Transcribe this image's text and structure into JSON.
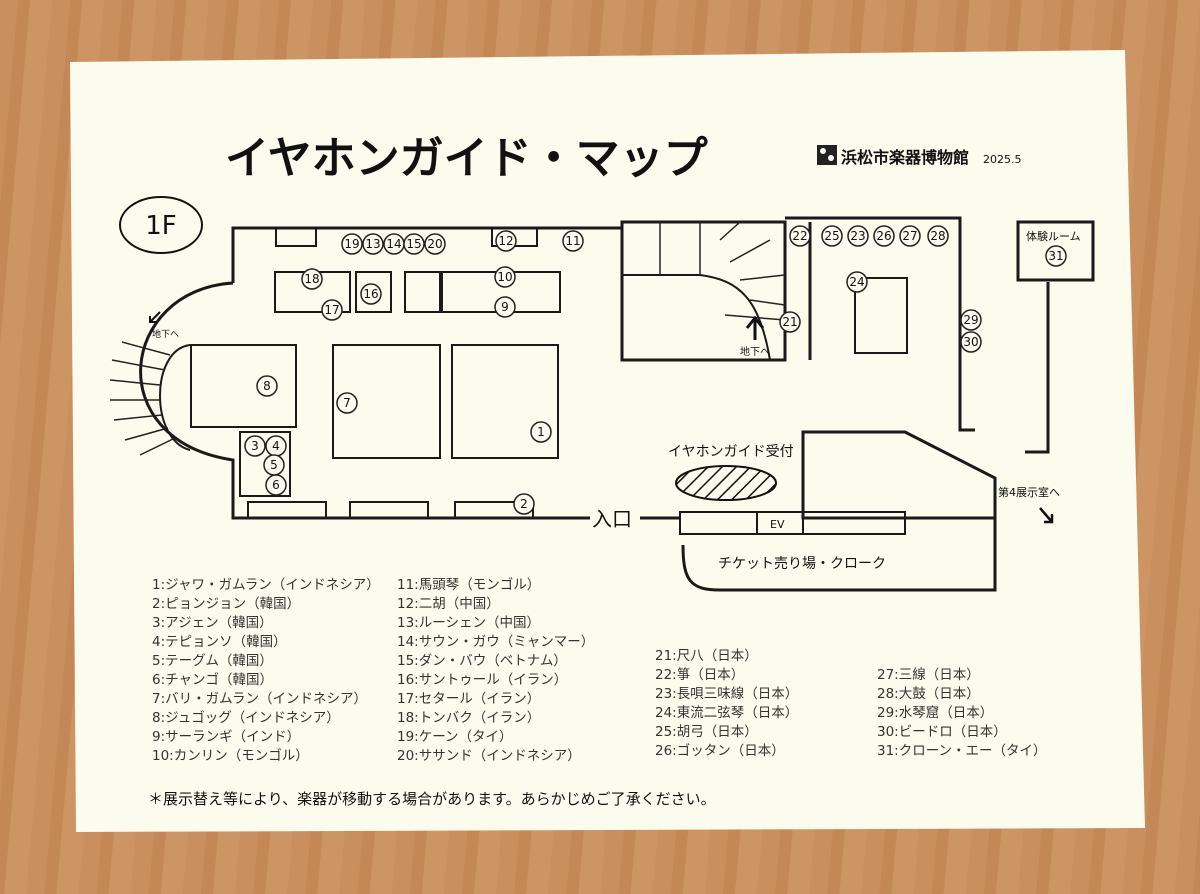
{
  "title": "イヤホンガイド・マップ",
  "museum": "浜松市楽器博物館",
  "date": "2025.5",
  "floor": "1F",
  "map_labels": {
    "downstairs_left": "地下へ",
    "downstairs_right": "地下へ",
    "guide_reception": "イヤホンガイド受付",
    "entrance": "入口",
    "elevator": "EV",
    "ticket": "チケット売り場・クローク",
    "gallery4": "第4展示室へ",
    "experience_room": "体験ルーム"
  },
  "markers": [
    "1",
    "2",
    "3",
    "4",
    "5",
    "6",
    "7",
    "8",
    "9",
    "10",
    "11",
    "12",
    "13",
    "14",
    "15",
    "16",
    "17",
    "18",
    "19",
    "20",
    "21",
    "22",
    "23",
    "24",
    "25",
    "26",
    "27",
    "28",
    "29",
    "30",
    "31"
  ],
  "legend": [
    "1:ジャワ・ガムラン（インドネシア）",
    "2:ピョンジョン（韓国）",
    "3:アジェン（韓国）",
    "4:テピョンソ（韓国）",
    "5:テーグム（韓国）",
    "6:チャンゴ（韓国）",
    "7:バリ・ガムラン（インドネシア）",
    "8:ジュゴッグ（インドネシア）",
    "9:サーランギ（インド）",
    "10:カンリン（モンゴル）",
    "11:馬頭琴（モンゴル）",
    "12:二胡（中国）",
    "13:ルーシェン（中国）",
    "14:サウン・ガウ（ミャンマー）",
    "15:ダン・バウ（ベトナム）",
    "16:サントゥール（イラン）",
    "17:セタール（イラン）",
    "18:トンバク（イラン）",
    "19:ケーン（タイ）",
    "20:ササンド（インドネシア）",
    "21:尺八（日本）",
    "22:箏（日本）",
    "23:長唄三味線（日本）",
    "24:東流二弦琴（日本）",
    "25:胡弓（日本）",
    "26:ゴッタン（日本）",
    "27:三線（日本）",
    "28:大鼓（日本）",
    "29:水琴窟（日本）",
    "30:ビードロ（日本）",
    "31:クローン・エー（タイ）"
  ],
  "footnote": "＊展示替え等により、楽器が移動する場合があります。あらかじめご了承ください。"
}
